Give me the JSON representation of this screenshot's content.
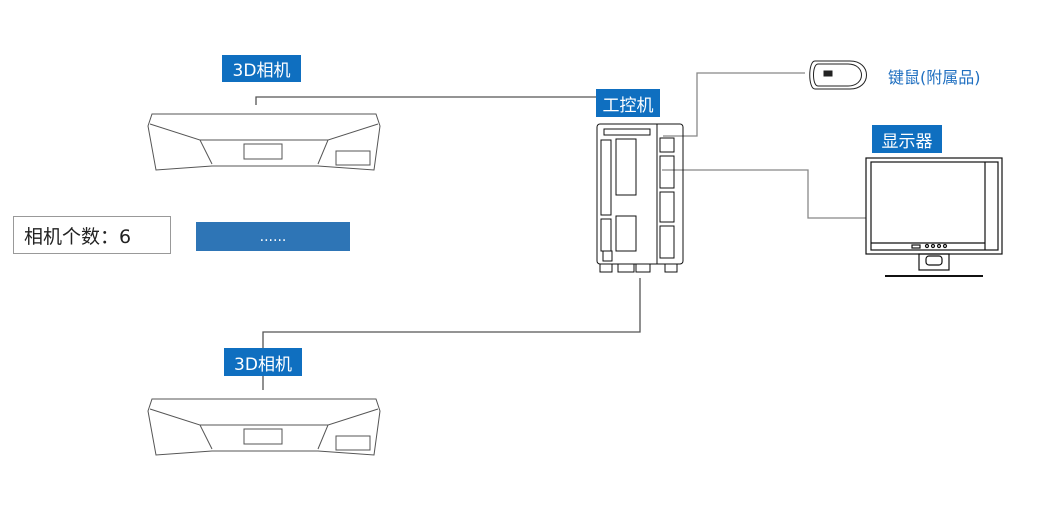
{
  "camera_top": {
    "label": "3D相机"
  },
  "camera_bottom": {
    "label": "3D相机"
  },
  "camera_count": {
    "text": "相机个数：6"
  },
  "more_cameras": {
    "text": "......"
  },
  "ipc": {
    "label": "工控机"
  },
  "mouse": {
    "label": "键鼠(附属品)"
  },
  "monitor": {
    "label": "显示器"
  },
  "colors": {
    "label_bg": "#0f6fc0",
    "bar": "#2e75b6",
    "line": "#555555"
  }
}
